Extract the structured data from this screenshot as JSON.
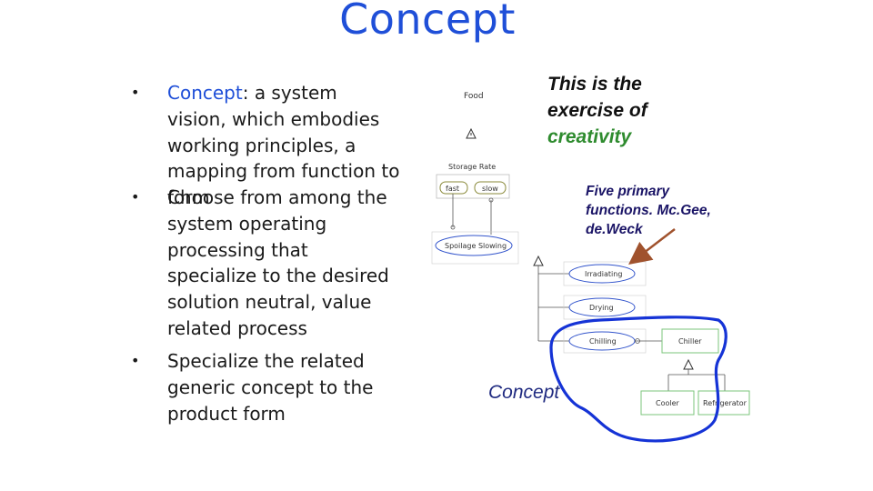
{
  "title": "Concept",
  "bullets": [
    {
      "lead": "Concept",
      "text": ": a system vision, which embodies working principles, a mapping from function to form"
    },
    {
      "lead": "",
      "text": "Choose from among the system operating processing that specialize to the desired solution neutral, value related process"
    },
    {
      "lead": "",
      "text": "Specialize the related generic concept to the product form"
    }
  ],
  "bullet_symbol": "•",
  "callout_creativity": {
    "line1": "This is the",
    "line2": "exercise of",
    "line3": "creativity"
  },
  "callout_functions": {
    "line1": "Five primary",
    "line2": "functions. Mc.Gee,",
    "line3": "de.Weck"
  },
  "concept_label": "Concept",
  "diagram": {
    "food": "Food",
    "storage_rate": "Storage Rate",
    "rate_a": "fast",
    "rate_b": "slow",
    "spoilage_slowing": "Spoilage Slowing",
    "irradiating": "Irradiating",
    "drying": "Drying",
    "chilling": "Chilling",
    "chiller": "Chiller",
    "cooler": "Cooler",
    "refrigerator": "Refrigerator"
  },
  "colors": {
    "title": "#1f4fd8",
    "loop": "#1533d6",
    "arrow": "#a0522d",
    "box_border": "#7bc47b",
    "oval_border": "#3355cc"
  }
}
